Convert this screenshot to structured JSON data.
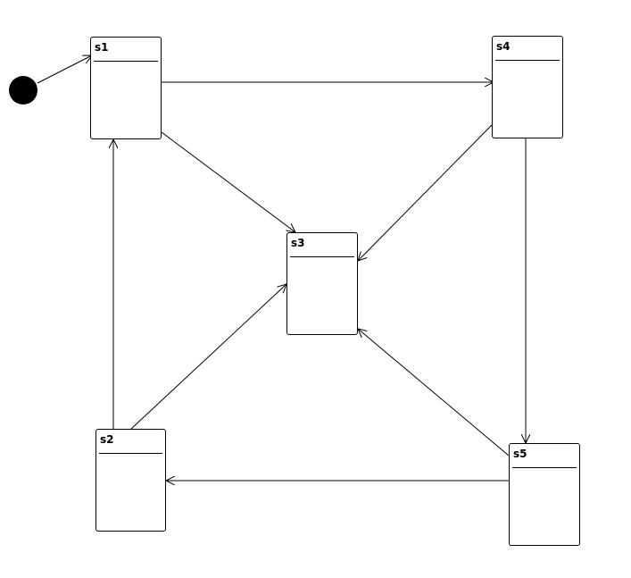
{
  "diagram": {
    "type": "state-machine",
    "states": [
      {
        "id": "s1",
        "label": "s1"
      },
      {
        "id": "s2",
        "label": "s2"
      },
      {
        "id": "s3",
        "label": "s3"
      },
      {
        "id": "s4",
        "label": "s4"
      },
      {
        "id": "s5",
        "label": "s5"
      }
    ],
    "initial_state": "s1",
    "transitions": [
      {
        "from": "initial",
        "to": "s1"
      },
      {
        "from": "s1",
        "to": "s4"
      },
      {
        "from": "s1",
        "to": "s3"
      },
      {
        "from": "s4",
        "to": "s3"
      },
      {
        "from": "s4",
        "to": "s5"
      },
      {
        "from": "s2",
        "to": "s1"
      },
      {
        "from": "s2",
        "to": "s3"
      },
      {
        "from": "s5",
        "to": "s2"
      },
      {
        "from": "s5",
        "to": "s3"
      }
    ]
  }
}
